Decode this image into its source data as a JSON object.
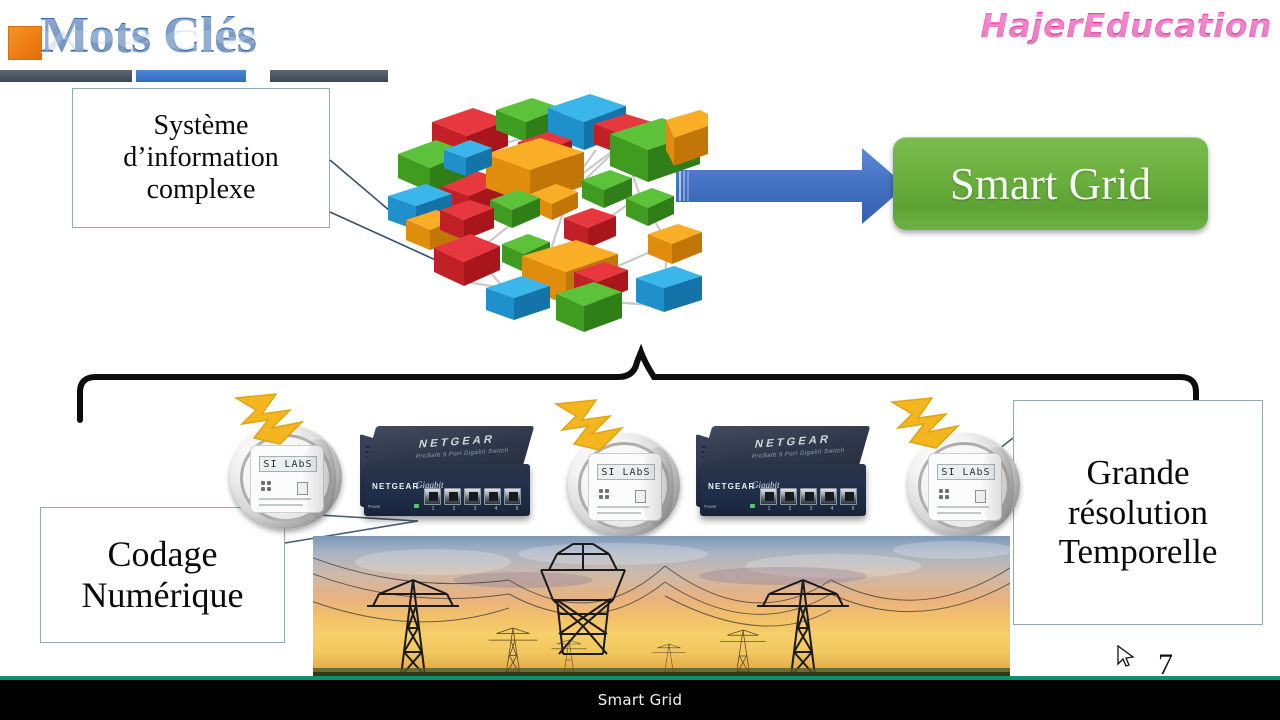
{
  "slide": {
    "title": "Mots Clés",
    "brand": "HajerEducation",
    "page_number": "7",
    "caption": "Smart Grid",
    "colors": {
      "title_blue": "#2a5fa8",
      "bullet_orange": "#ef7d15",
      "brand_pink": "#e91fa0",
      "smartgrid_green": "#6cb03f",
      "arrow_blue": "#3f6fc4",
      "callout_border": "#8fa9bd",
      "teal_rule": "#0f8f73",
      "caption_bar": "#010101"
    }
  },
  "callouts": {
    "systeme": {
      "line1": "Système",
      "line2": "d’information",
      "line3": "complexe"
    },
    "codage": {
      "line1": "Codage",
      "line2": "Numérique"
    },
    "grande": {
      "line1": "Grande",
      "line2": "résolution",
      "line3": "Temporelle"
    }
  },
  "smartgrid_button": {
    "label": "Smart Grid"
  },
  "devices": [
    {
      "type": "smart-meter",
      "lcd": "SI LAbS",
      "bolt": true
    },
    {
      "type": "netgear-switch",
      "brand": "NETGEAR",
      "model": "ProSafe 5 Port Gigabit Switch",
      "sub": "Gigabit",
      "ports": 5,
      "port_numbers": [
        "1",
        "2",
        "3",
        "4",
        "5"
      ],
      "power_label": "Power"
    },
    {
      "type": "smart-meter",
      "lcd": "SI LAbS",
      "bolt": true
    },
    {
      "type": "netgear-switch",
      "brand": "NETGEAR",
      "model": "ProSafe 5 Port Gigabit Switch",
      "sub": "Gigabit",
      "ports": 5,
      "port_numbers": [
        "1",
        "2",
        "3",
        "4",
        "5"
      ],
      "power_label": "Power"
    },
    {
      "type": "smart-meter",
      "lcd": "SI LAbS",
      "bolt": true
    }
  ],
  "network_diagram": {
    "name": "complex-information-system-network",
    "node_colors": [
      "#d0252c",
      "#4aa72e",
      "#1e9ad6",
      "#f2a01e"
    ]
  },
  "photo": {
    "name": "high-voltage-transmission-towers-at-sunset"
  },
  "icons": {
    "bullet": "orange-square-bullet",
    "arrow": "blue-right-arrow",
    "brace": "curly-brace-up",
    "bolt": "lightning-bolt",
    "cursor": "mouse-pointer"
  }
}
